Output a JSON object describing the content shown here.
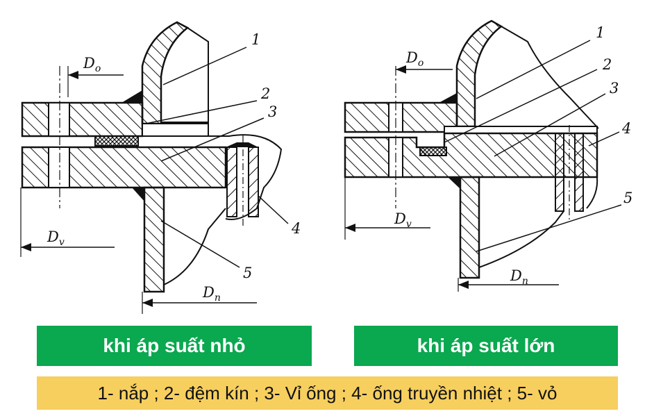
{
  "diagram": {
    "left": {
      "caption": "khi áp suất nhỏ",
      "dims": {
        "Do": "D",
        "Do_sub": "o",
        "Dv": "D",
        "Dv_sub": "v",
        "Dn": "D",
        "Dn_sub": "n"
      },
      "numbers": [
        "1",
        "2",
        "3",
        "4",
        "5"
      ]
    },
    "right": {
      "caption": "khi áp suất lớn",
      "dims": {
        "Do": "D",
        "Do_sub": "o",
        "Dv": "D",
        "Dv_sub": "v",
        "Dn": "D",
        "Dn_sub": "n"
      },
      "numbers": [
        "1",
        "2",
        "3",
        "4",
        "5"
      ]
    },
    "legend": "1- nắp ; 2- đệm kín ; 3- Vỉ ống ; 4- ống truyền nhiệt ; 5- vỏ"
  },
  "colors": {
    "caption_bg": "#0aa84f",
    "legend_bg": "#f7cf5e",
    "ink": "#111111"
  }
}
